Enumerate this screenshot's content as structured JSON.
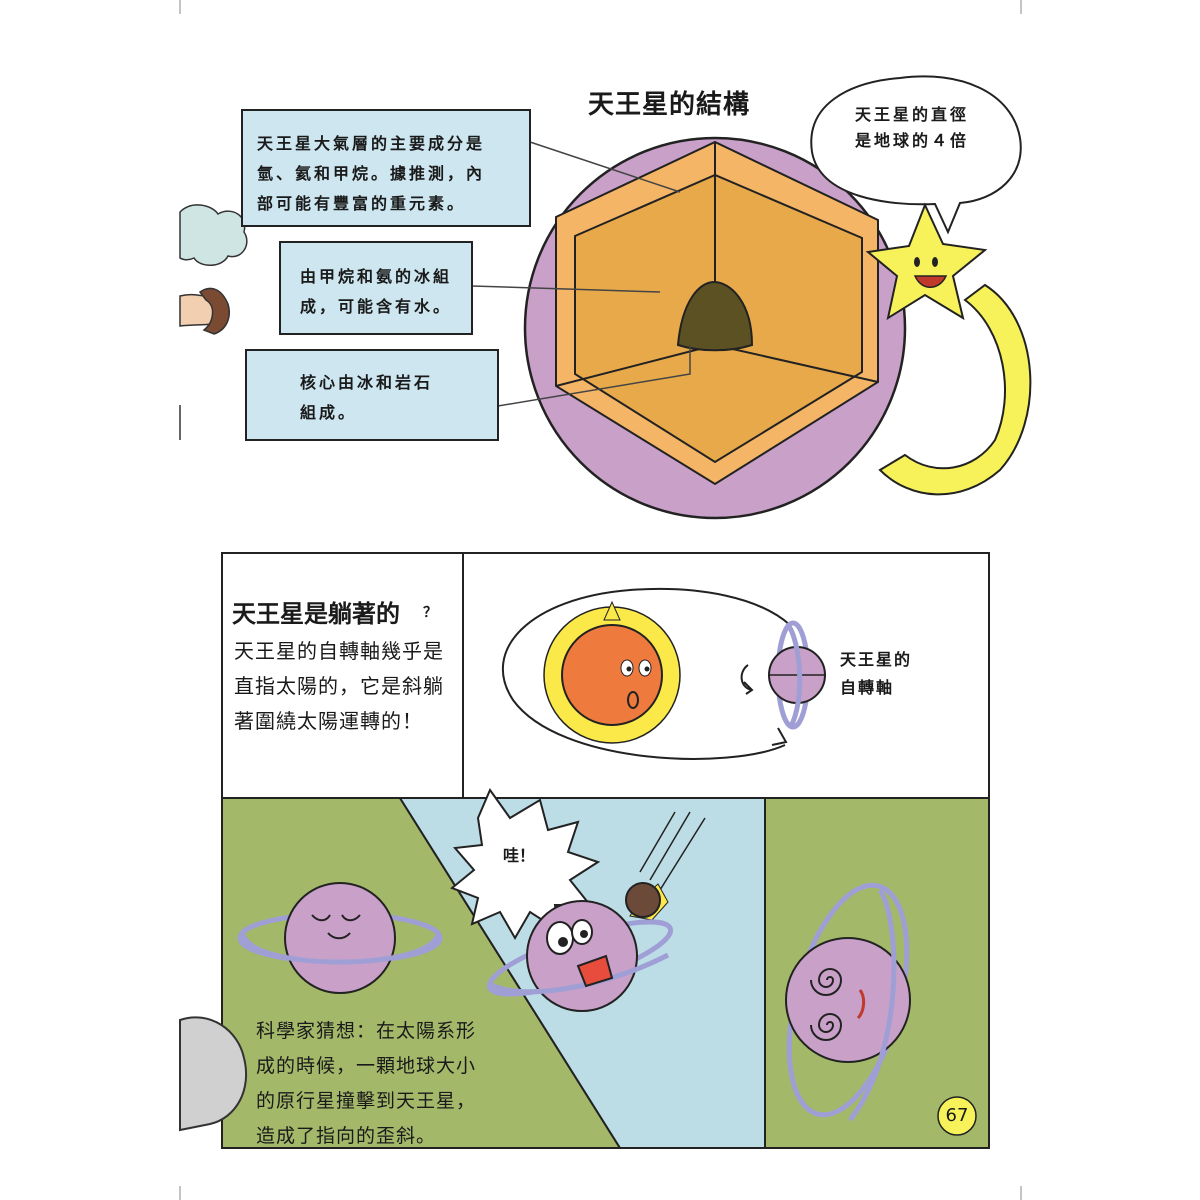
{
  "structure": {
    "title": "天王星的結構",
    "callout_atmosphere": "天王星大氣層的主要成分是\n氫、氦和甲烷。據推測，內\n部可能有豐富的重元素。",
    "callout_mantle": "由甲烷和氨的冰組\n成，可能含有水。",
    "callout_core": "核心由冰和岩石\n組成。",
    "diameter_note": "天王星的直徑\n是地球的４倍"
  },
  "tilt_panel": {
    "heading": "天王星是躺著的",
    "heading_mark": "？",
    "body": "天王星的自轉軸幾乎是\n直指太陽的，它是斜躺\n著圍繞太陽運轉的！",
    "axis_label": "天王星的\n自轉軸"
  },
  "collision_panel": {
    "exclamation": "哇！",
    "hypothesis": "科學家猜想：在太陽系形\n成的時候，一顆地球大小\n的原行星撞擊到天王星，\n造成了指向的歪斜。"
  },
  "page_number": "67",
  "colors": {
    "uranus_purple": "#c9a0c8",
    "outer_layer_orange": "#f4b566",
    "mantle_yellow": "#e8a94a",
    "core_olive": "#5c5122",
    "callout_blue": "#cde6f0",
    "panel_green": "#a4b86a",
    "sky_blue": "#bcdde6",
    "sun_orange": "#ef7a3d",
    "sun_yellow": "#fbe94a",
    "star_yellow": "#f7f25a",
    "ring_lavender": "#9f9fd6"
  }
}
